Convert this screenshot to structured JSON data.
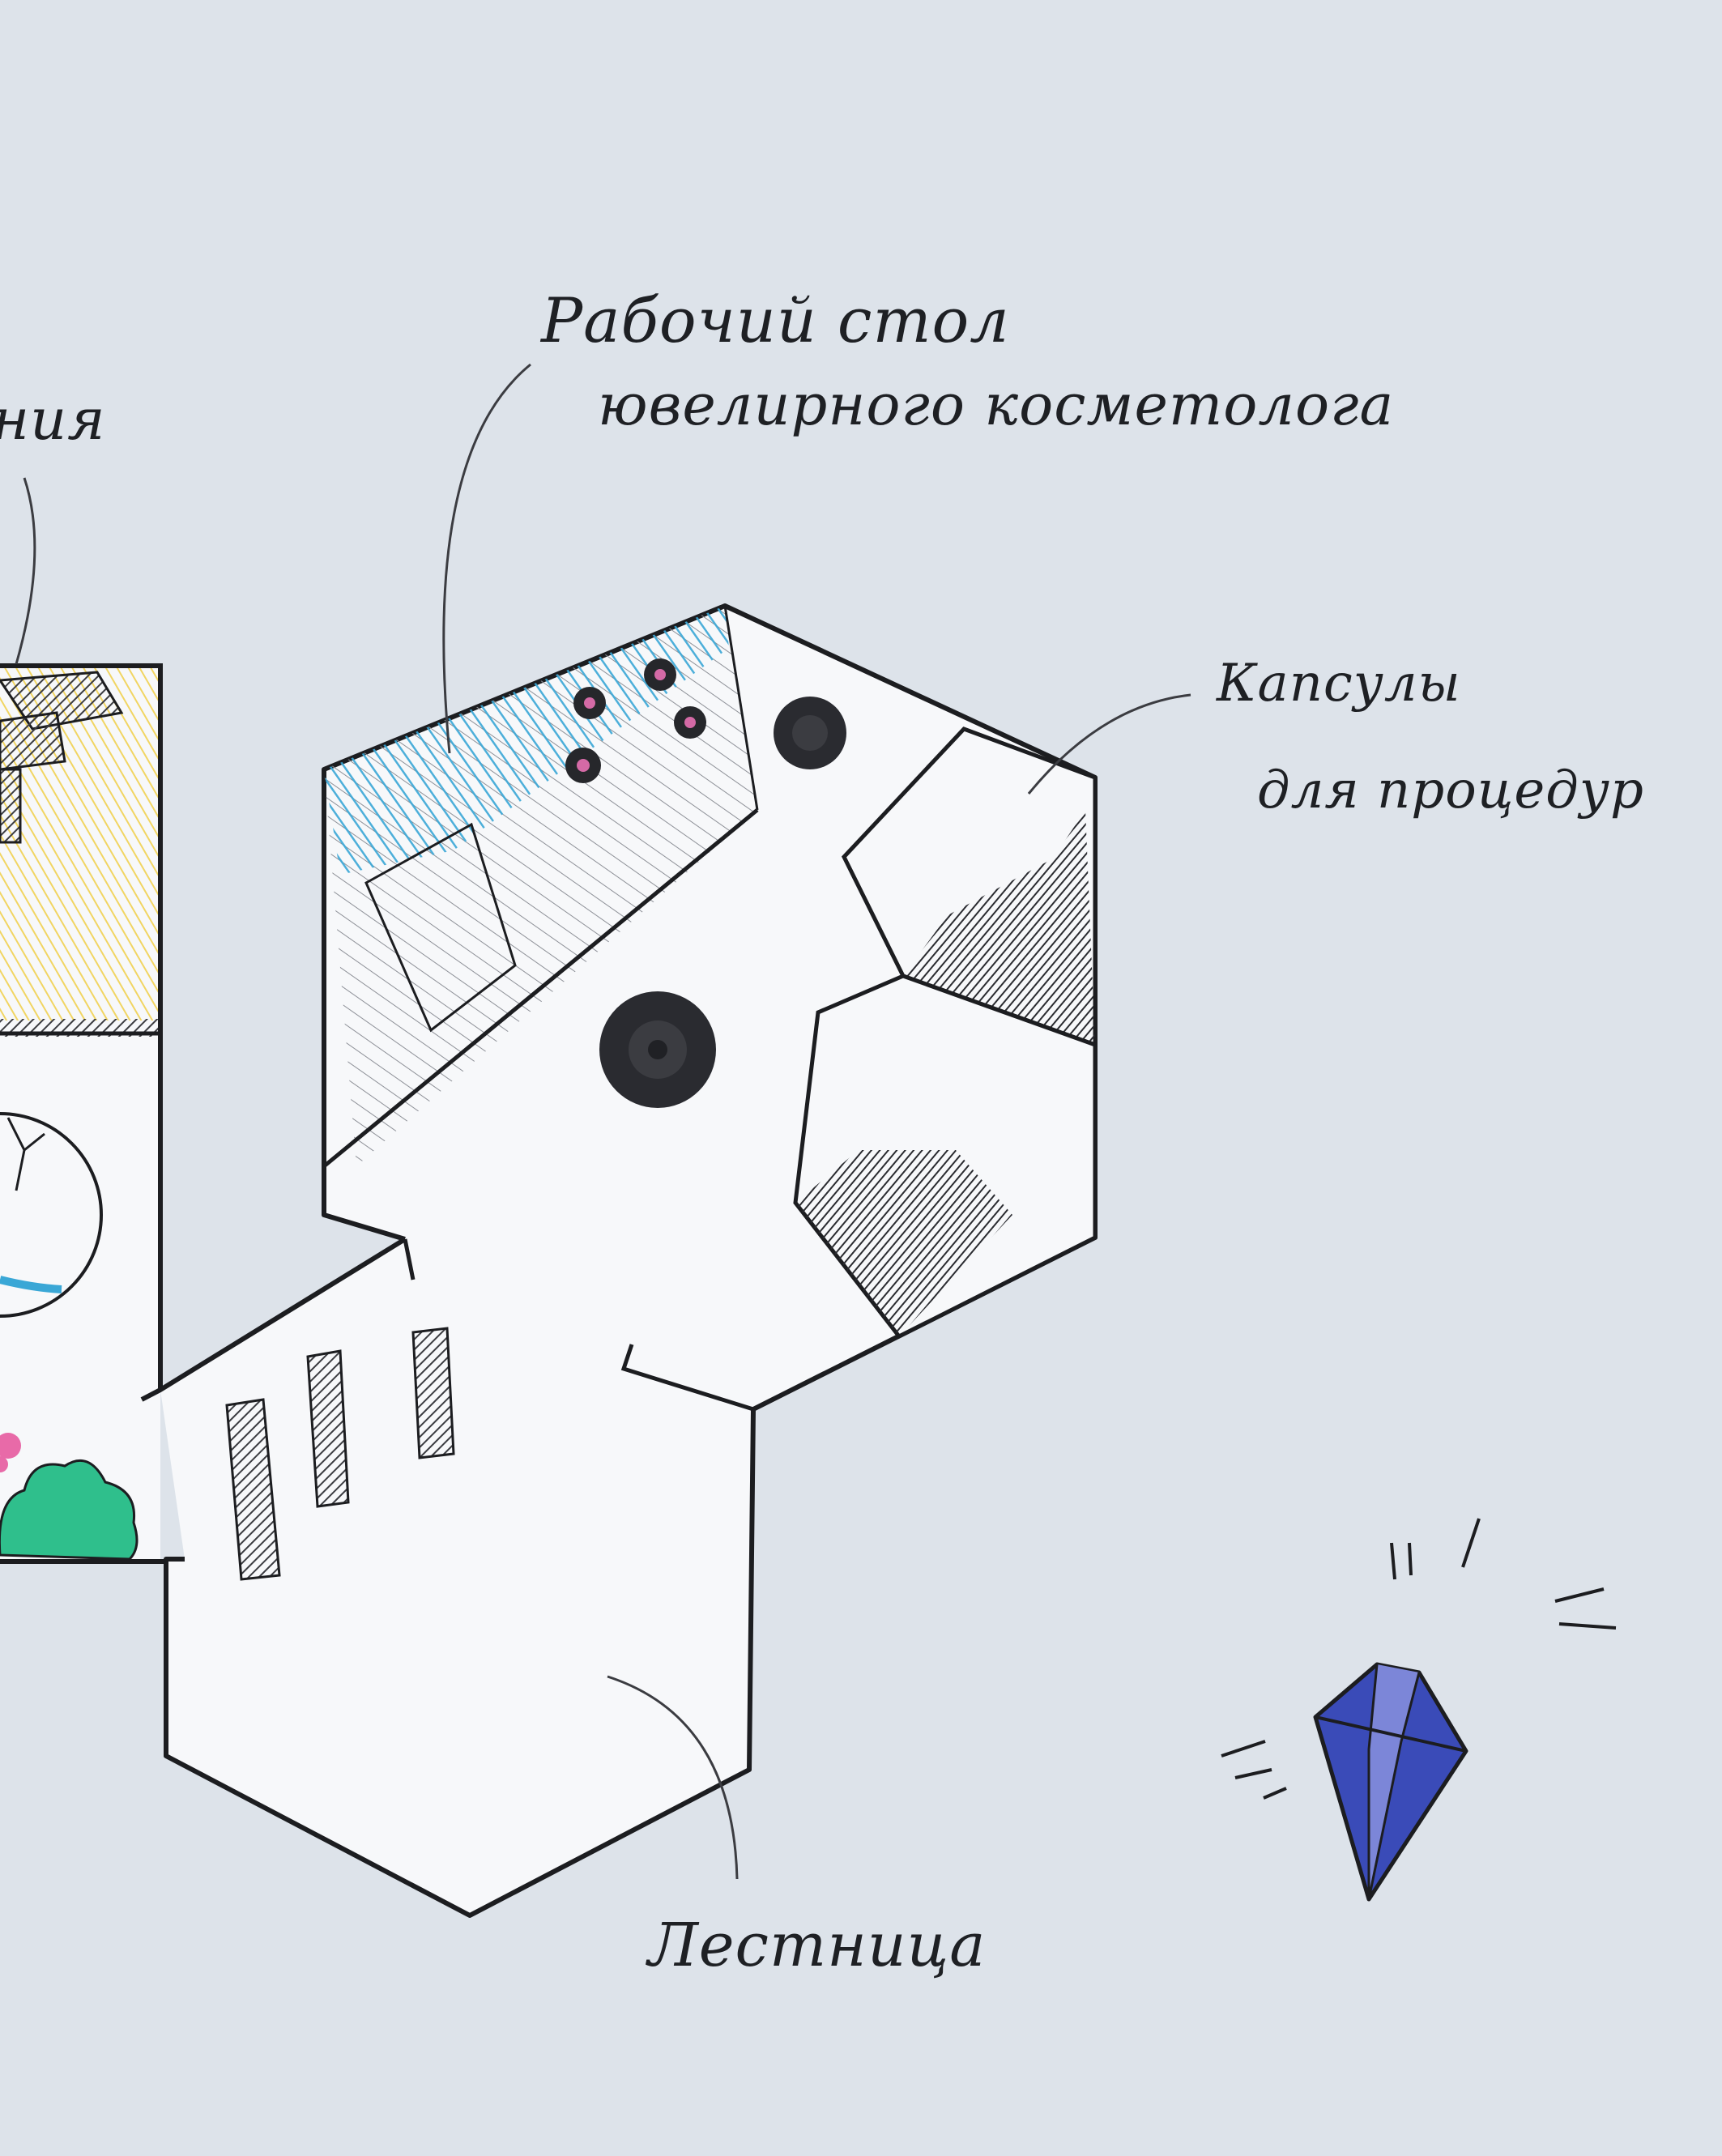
{
  "labels": {
    "workdesk_line1": "Рабочий стол",
    "workdesk_line2": "ювелирного косметолога",
    "capsules_line1": "Капсулы",
    "capsules_line2": "для процедур",
    "stairs": "Лестница",
    "cut_left": "ния"
  },
  "colors": {
    "paper": "#dde3ea",
    "room_fill": "#f7f8fa",
    "outline": "#1c1d20",
    "desk_hatch": "#3aa7d6",
    "yellow_hatch": "#f0cc3c",
    "green_bush": "#2fbf8c",
    "pink_flower": "#e86aa8",
    "gem_blue": "#3a4bb8",
    "gem_violet": "#7c86d8"
  }
}
